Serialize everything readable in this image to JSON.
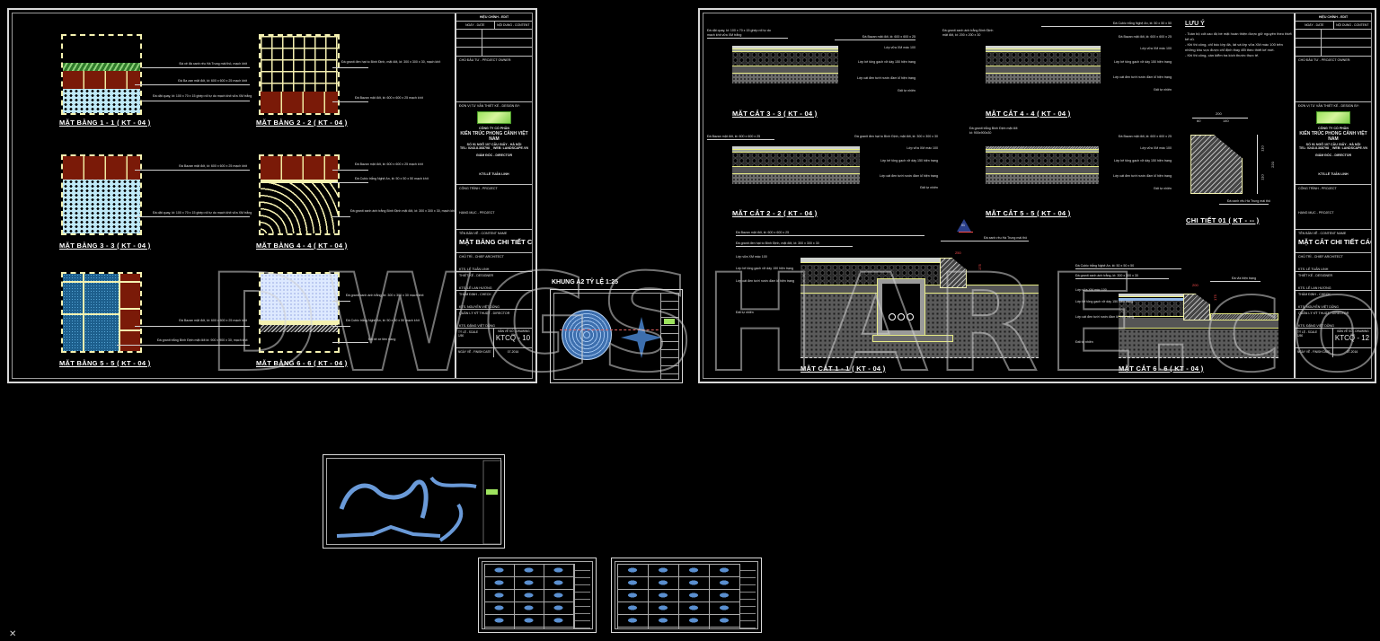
{
  "sheets": {
    "left": {
      "plans": [
        {
          "title": "MẶT BẰNG 1 - 1 ( KT - 04 )",
          "notes": [
            "Đá xẻ đá xanh rêu Hà Trung mài thô, mạch khít",
            "Đá Ba zan mặt đốt, kt: 600 x 600 x 25 mạch khít",
            "Đá dặt quay, kt: 100 x 70 x 15 ghép rối tự do mạch khít vữa XM trắng"
          ]
        },
        {
          "title": "MẶT BẰNG 2 - 2 ( KT - 04 )",
          "notes": [
            "Đá granit đen hạt to Bình Định, mặt đốt, kt: 300 x 300 x 30, mạch khít",
            "Đá Bazan mặt đốt, kt: 600 x 600 x 25 mạch khít"
          ]
        },
        {
          "title": "MẶT BẰNG 3 - 3 ( KT - 04 )",
          "notes": [
            "Đá Bazan mặt đốt, kt: 600 x 600 x 25 mạch khít",
            "Đá dặt quay, kt: 100 x 70 x 15 ghép rối tự do mạch khít vữa XM trắng"
          ]
        },
        {
          "title": "MẶT BẰNG 4 - 4 ( KT - 04 )",
          "notes": [
            "Đá Bazan mặt đốt, kt: 600 x 600 x 25 mạch khít",
            "Đá Cubic trắng Nghệ An, kt: 50 x 50 x 50 mạch khít",
            "Đá granit xanh ánh trắng Bình Định mặt đốt, kt: 300 x 300 x 30, mạch khít"
          ]
        },
        {
          "title": "MẶT BẰNG 5 - 5 ( KT - 04 )",
          "notes": [
            "Đá Bazan mặt đốt, kt: 600 x 600 x 25 mạch khít",
            "Đá granit trắng Bình Định mặt đốt kt: 900 x 900 x 30, mạch khít"
          ]
        },
        {
          "title": "MẶT BẰNG 6 - 6 ( KT - 04 )",
          "notes": [
            "Đá granit xanh ánh trắng, kt: 300 x 300 x 30 mạch khít",
            "Đá Cubic trắng Nghệ An, kt: 50 x 50 x 50 mạch khít",
            "Đá bê xe tiền trang"
          ]
        }
      ],
      "titleblock": {
        "revision": "HIỆU CHỈNH - EDIT",
        "date_col": "NGÀY - DATE",
        "content_col": "NỘI DUNG - CONTENT",
        "owner": "CHỦ ĐẦU TƯ - PROJECT OWNER:",
        "consultant": "ĐƠN VỊ TƯ VẤN THIẾT KẾ - DESIGN BY:",
        "company_line1": "CÔNG TY CỔ PHẦN",
        "company_line2": "KIẾN TRÚC PHONG CẢNH VIỆT NAM",
        "company_addr": "SỐ 91 NGÕ 107 CẦU GIẤY - HÀ NỘI",
        "company_tel": "TEL: 0243.8.368798 _ WEB: LANDSCAPE.VN",
        "director": "GIÁM ĐỐC - DIRECTOR",
        "director_name": "KTS.LÊ TUẤN LINH",
        "project": "CÔNG TRÌNH - PROJECT",
        "item": "HẠNG MỤC - PROJECT",
        "drawing_label": "TÊN BẢN VẼ - CONTENT NAME",
        "drawing_title": "MẶT BẰNG CHI TIẾT CÁC MẶT LÁT",
        "chief": "CHỦ TRÌ - CHIEF ARCHITECT",
        "chief_name": "KTS. LÊ TUẤN LINH",
        "designer": "THIẾT KẾ - DESIGNER",
        "designer_name": "KTS. LÊ LAN HƯƠNG",
        "checker": "THẨM ĐỊNH - CHECK",
        "checker_name": "KTS. NGUYỄN VIỆT DŨNG",
        "manager": "QUẢN LÝ KỸ THUẬT - DIRECTOR",
        "manager_name": "KTS. ĐẶNG VIỆT DŨNG",
        "scale_label": "TỶ LỆ - SCALE",
        "scale_value": "1/50",
        "sheet_no_label": "BẢN VẼ SỐ - DRAWING No.",
        "sheet_no": "KTCQ - 10",
        "date_label": "NGÀY VẼ - FINISH DATE",
        "date_value": "07-2016"
      }
    },
    "khung": {
      "title": "KHUNG A2 TỶ LỆ 1:25"
    },
    "right": {
      "sections": [
        {
          "title": "MẶT CẮT 3 - 3 ( KT - 04 )",
          "notes_left": [
            "Đá dặt quay, kt: 100 x 70 x 15 ghép rối tự do",
            "mạch khít vữa XM trắng"
          ],
          "notes_right": [
            "Đá Bazan mặt đốt, kt: 600 x 600 x 25",
            "Lớp vữa XM mác 100",
            "Lớp bê tông gạch vỡ dày 150 hiện trạng",
            "Lớp cát đen tưới nước đầm kĩ hiện trạng",
            "Đất tự nhiên"
          ]
        },
        {
          "title": "MẶT CẮT 4 - 4 ( KT - 04 )",
          "notes_left": [
            "Đá granit xanh ánh trắng Bình Định",
            "mặt đốt, kt: 200 x 200 x 30"
          ],
          "notes_right": [
            "Đá Cubic trắng Nghệ An, kt: 50 x 50 x 50",
            "Đá Bazan mặt đốt, kt: 600 x 600 x 25",
            "Lớp vữa XM mác 100",
            "Lớp bê tông gạch vỡ dày 150 hiện trạng",
            "Lớp cát đen tưới nước đầm kĩ hiện trạng",
            "Đất tự nhiên"
          ]
        },
        {
          "title": "MẶT CẮT 2 - 2 ( KT - 04 )",
          "notes_left": [
            "Đá Bazan mặt đốt, kt: 600 x 600 x 25"
          ],
          "notes_right": [
            "Đá granit đen hạt to Bình Định, mặt đốt, kt: 300 x 300 x 30",
            "Lớp vữa XM mác 100",
            "Lớp bê tông gạch vỡ dày 150 hiện trạng",
            "Lớp cát đen tưới nước đầm kĩ hiện trạng",
            "Đất tự nhiên"
          ]
        },
        {
          "title": "MẶT CẮT 5 - 5 ( KT - 04 )",
          "notes_left": [
            "Đá granit trắng Bình Định mặt đốt",
            "kt: 900x900x30"
          ],
          "notes_right": [
            "Đá Bazan mặt đốt, kt: 600 x 600 x 25",
            "Lớp vữa XM mác 100",
            "Lớp bê tông gạch vỡ dày 150 hiện trạng",
            "Lớp cát đen tưới nước đầm kĩ hiện trạng",
            "Đất tự nhiên"
          ]
        },
        {
          "title": "MẶT CẮT 1 - 1 ( KT - 04 )",
          "notes_left": [
            "Đá Bazan mặt đốt, kt: 600 x 600 x 25",
            "Đá granit đen hạt to Bình Định, mặt đốt, kt: 300 x 300 x 30",
            "Lớp vữa XM mác 100",
            "Lớp bê tông gạch vỡ dày 150 hiện trạng",
            "Lớp cát đen tưới nước đầm kĩ hiện trạng",
            "Đất tự nhiên"
          ],
          "notes_right": [
            "Đá xanh rêu Hà Trung mài thô"
          ],
          "dim": "250",
          "dim_v": "175"
        },
        {
          "title": "MẶT CẮT 6 - 6 ( KT - 04 )",
          "notes_left": [
            "Đá Cubic trắng Nghệ An, kt: 50 x 50 x 50",
            "Đá granit xanh ánh trắng, kt: 300 x 300 x 30",
            "Lớp vữa XM mác 100",
            "Lớp bê tông gạch vỡ dày 150 hiện trạng",
            "Lớp cát đen tưới nước đầm kĩ hiện trạng",
            "Đất tự nhiên"
          ],
          "notes_right": [
            "Đá vỉa hiện trạng"
          ],
          "dim": "200",
          "dim_v": "175"
        }
      ],
      "luu_y": {
        "heading": "LƯU Ý",
        "lines": [
          "- Toàn bộ cốt cao độ bề mặt hoàn thiện được giữ nguyên theo thiết kế cũ.",
          "- Khi thi công, chỉ bóc lớp đá, lát và lớp vữa XM mác 100 trên những khu vực được chỉ định thay đổi theo thiết kế mới.",
          "- Khi thi công, cần kiểm tra kích thước thực tế."
        ]
      },
      "detail": {
        "title": "CHI TIẾT 01 ( KT - -- )",
        "dim_total": "200",
        "dim_a": "60",
        "dim_b": "140",
        "dim_h1": "110",
        "dim_h2": "110",
        "dim_h_total": "220",
        "note": "Đá xanh rêu Hà Trung mài thô"
      },
      "callout": {
        "id": "01",
        "ref": "KT--"
      },
      "titleblock": {
        "revision": "HIỆU CHỈNH - EDIT",
        "date_col": "NGÀY - DATE",
        "content_col": "NỘI DUNG - CONTENT",
        "owner": "CHỦ ĐẦU TƯ - PROJECT OWNER:",
        "consultant": "ĐƠN VỊ TƯ VẤN THIẾT KẾ - DESIGN BY:",
        "company_line1": "CÔNG TY CỔ PHẦN",
        "company_line2": "KIẾN TRÚC PHONG CẢNH VIỆT NAM",
        "company_addr": "SỐ 91 NGÕ 107 CẦU GIẤY - HÀ NỘI",
        "company_tel": "TEL: 0243.8.368798 _ WEB: LANDSCAPE.VN",
        "director": "GIÁM ĐỐC - DIRECTOR",
        "director_name": "KTS.LÊ TUẤN LINH",
        "project": "CÔNG TRÌNH - PROJECT",
        "item": "HẠNG MỤC - PROJECT",
        "drawing_label": "TÊN BẢN VẼ - CONTENT NAME",
        "drawing_title": "MẶT CẮT CHI TIẾT CÁC MẶT LÁT",
        "chief": "CHỦ TRÌ - CHIEF ARCHITECT",
        "chief_name": "KTS. LÊ TUẤN LINH",
        "designer": "THIẾT KẾ - DESIGNER",
        "designer_name": "KTS. LÊ LAN HƯƠNG",
        "checker": "THẨM ĐỊNH - CHECK",
        "checker_name": "KTS. NGUYỄN VIỆT DŨNG",
        "manager": "QUẢN LÝ KỸ THUẬT - DIRECTOR",
        "manager_name": "KTS. ĐẶNG VIỆT DŨNG",
        "scale_label": "TỶ LỆ - SCALE",
        "scale_value": "1/50",
        "sheet_no_label": "BẢN VẼ SỐ - DRAWING No.",
        "sheet_no": "KTCQ - 12",
        "date_label": "NGÀY VẼ - FINISH DATE",
        "date_value": "07-2016"
      }
    }
  },
  "watermark": "DWGSHARE.com",
  "colors": {
    "background": "#000000",
    "frame": "#d9d9d9",
    "brick": "#7a1a08",
    "hatch_yellow": "#f4f1b0",
    "logo_green": "#9ee35e"
  }
}
